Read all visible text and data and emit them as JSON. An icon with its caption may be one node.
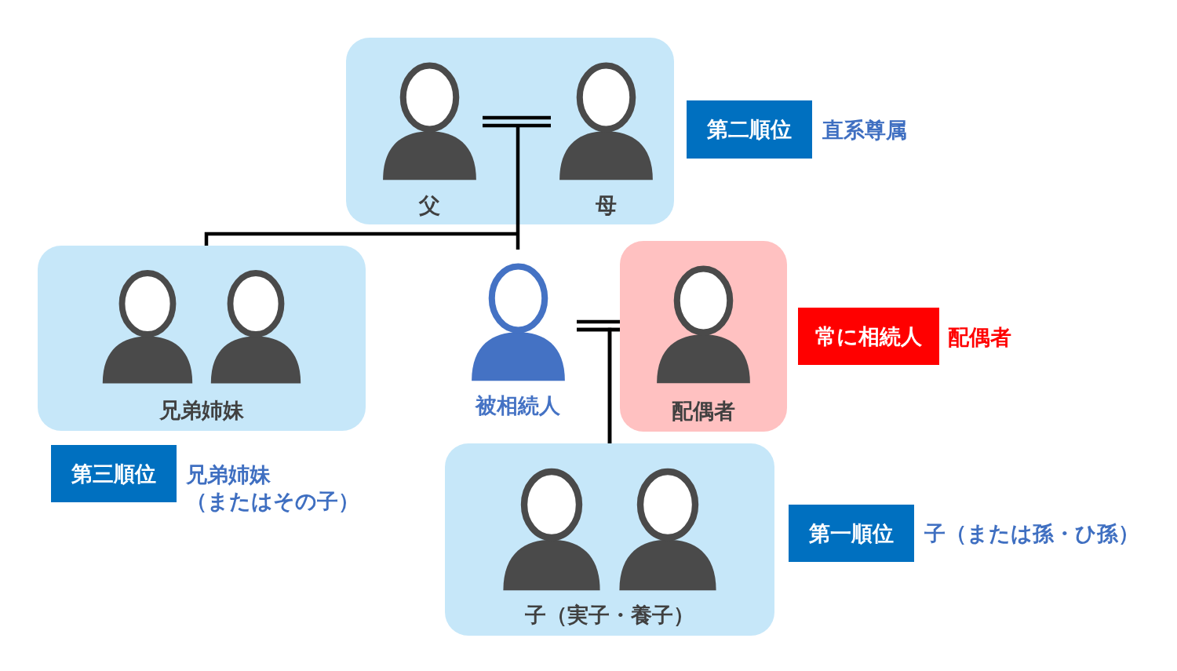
{
  "diagram": {
    "nodes": [
      {
        "text": [],
        "shape": "box",
        "beside": [
          "第二順位",
          "直系尊属"
        ]
      },
      {
        "text": [
          "父"
        ],
        "in": 0
      },
      {
        "text": [
          "母"
        ],
        "in": 0
      },
      {
        "text": [
          "兄弟姉妹"
        ],
        "beside": [
          "第三順位",
          "兄弟姉妹（またはその子）"
        ]
      },
      {
        "text": [
          "被相続人"
        ]
      },
      {
        "text": [
          "配偶者"
        ],
        "beside": [
          "常に相続人",
          "配偶者"
        ]
      },
      {
        "text": [
          "子（実子・養子）"
        ],
        "beside": [
          "第一順位",
          "子（または孫・ひ孫）"
        ]
      }
    ],
    "edges": [
      {
        "from": 1,
        "to": 2,
        "arrow": "none"
      },
      {
        "from": 0,
        "to": 3,
        "arrow": "none"
      },
      {
        "from": 0,
        "to": 4,
        "arrow": "none"
      },
      {
        "from": 4,
        "to": 5,
        "arrow": "none"
      },
      {
        "from": 4,
        "to": 6,
        "arrow": "none"
      },
      {
        "from": 5,
        "to": 6,
        "arrow": "none"
      }
    ]
  }
}
